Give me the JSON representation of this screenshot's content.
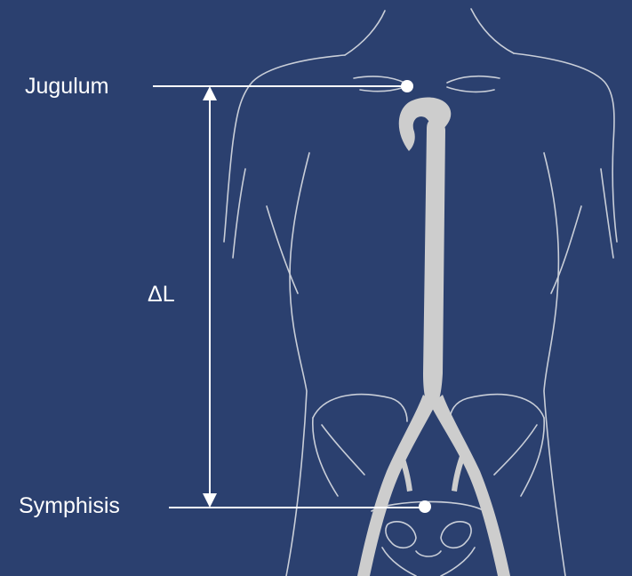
{
  "labels": {
    "top_landmark": "Jugulum",
    "length": "ΔL",
    "bottom_landmark": "Symphisis"
  },
  "colors": {
    "background": "#2b406f",
    "outline": "#c9ced8",
    "aorta": "#cdcdcd",
    "annotation": "#ffffff"
  },
  "icons": {
    "figure": "human-torso-outline",
    "vessel": "aorta-to-iliac-arteries"
  }
}
